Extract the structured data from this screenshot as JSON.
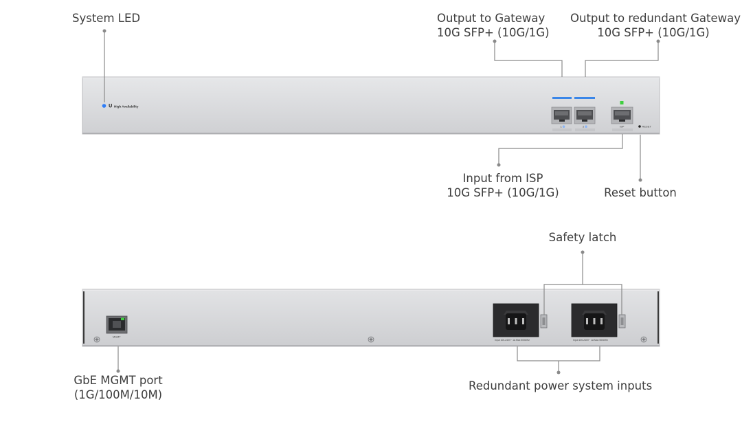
{
  "front_panel": {
    "brand_text": "High Availability",
    "port_1_label": "1",
    "port_2_label": "2",
    "isp_port_label": "ISP",
    "reset_label": "RESET",
    "colors": {
      "panel": "#d7d8da",
      "led": "#2f7df6",
      "link_bar": "#3a86e8",
      "status_led": "#3fcf3f"
    }
  },
  "rear_panel": {
    "mgmt_port_label": "MGMT",
    "psu_1_rating": "Input 100-240V~ 1A Max 50/60Hz",
    "psu_2_rating": "Input 100-240V~ 1A Max 50/60Hz"
  },
  "callouts": {
    "system_led": "System LED",
    "output_gateway_line1": "Output to Gateway",
    "output_gateway_line2": "10G SFP+ (10G/1G)",
    "output_redundant_line1": "Output to redundant Gateway",
    "output_redundant_line2": "10G SFP+ (10G/1G)",
    "input_isp_line1": "Input from ISP",
    "input_isp_line2": "10G SFP+ (10G/1G)",
    "reset_button": "Reset button",
    "safety_latch": "Safety latch",
    "mgmt_port_line1": "GbE MGMT port",
    "mgmt_port_line2": "(1G/100M/10M)",
    "redundant_power": "Redundant power system inputs"
  }
}
